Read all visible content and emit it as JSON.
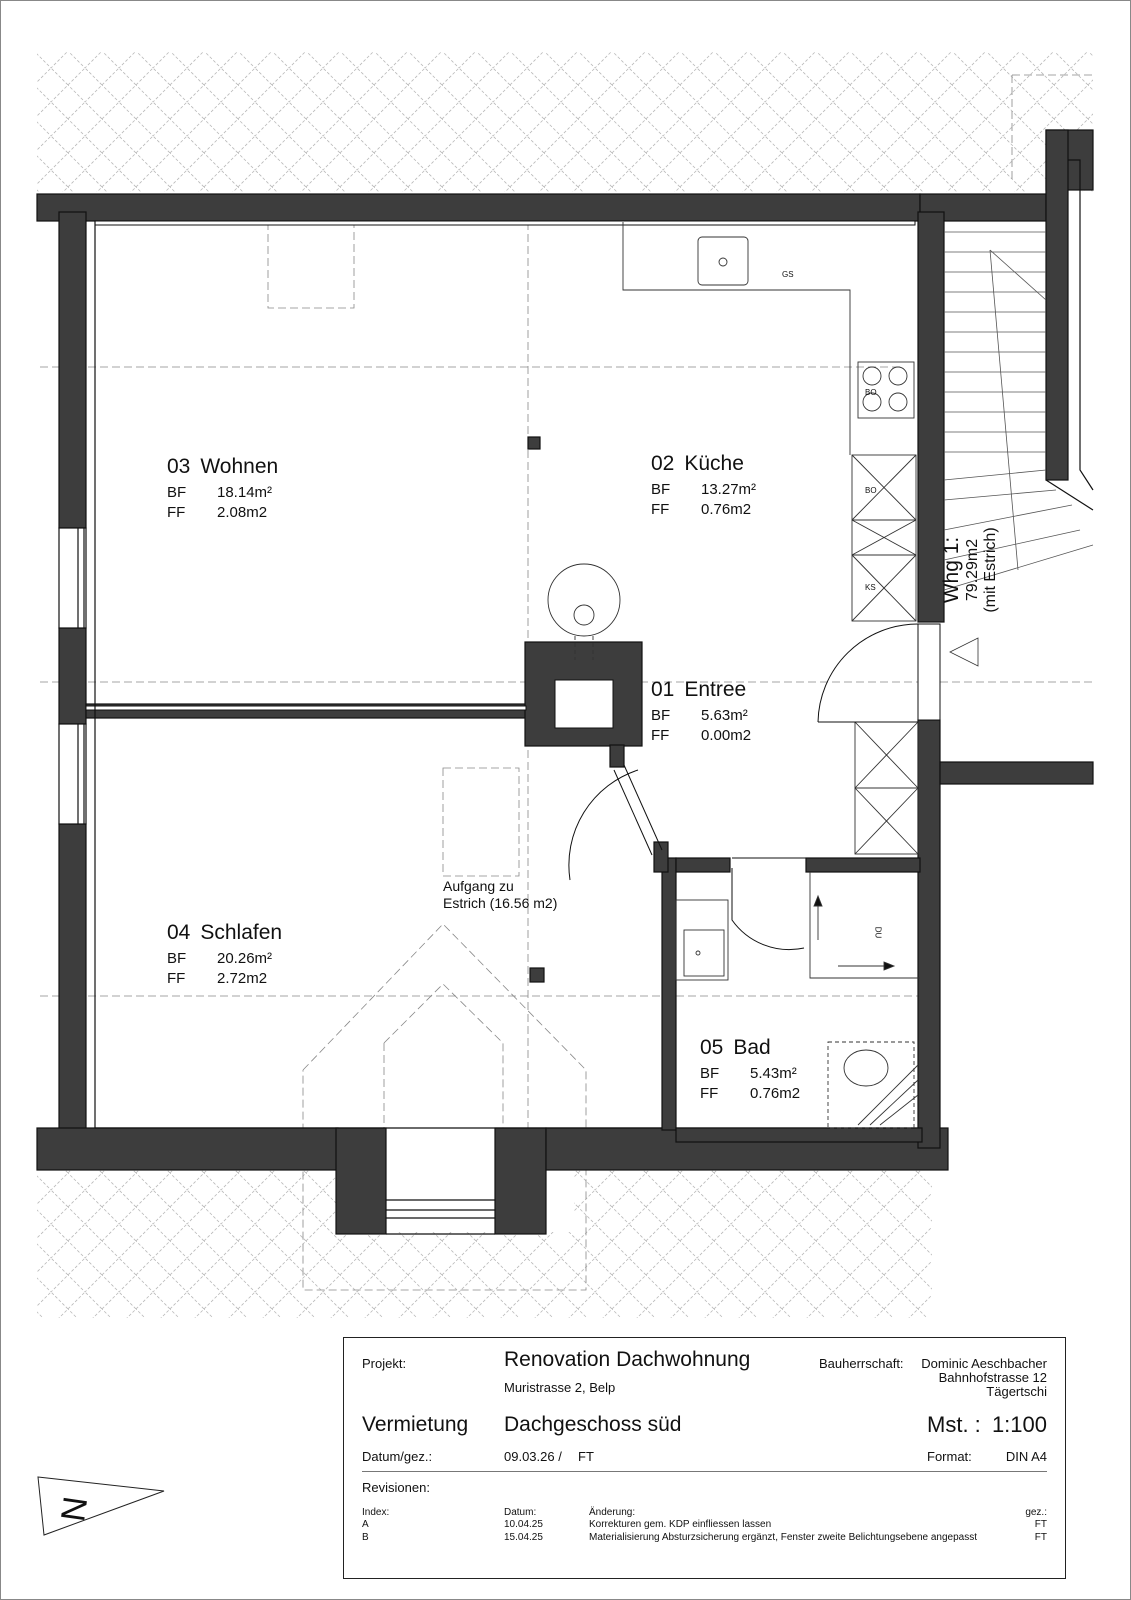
{
  "rooms": {
    "wohnen": {
      "num": "03",
      "name": "Wohnen",
      "bf_label": "BF",
      "bf": "18.14m²",
      "ff_label": "FF",
      "ff": "2.08m2"
    },
    "kueche": {
      "num": "02",
      "name": "Küche",
      "bf_label": "BF",
      "bf": "13.27m²",
      "ff_label": "FF",
      "ff": "0.76m2"
    },
    "entree": {
      "num": "01",
      "name": "Entree",
      "bf_label": "BF",
      "bf": "5.63m²",
      "ff_label": "FF",
      "ff": "0.00m2"
    },
    "schlafen": {
      "num": "04",
      "name": "Schlafen",
      "bf_label": "BF",
      "bf": "20.26m²",
      "ff_label": "FF",
      "ff": "2.72m2"
    },
    "bad": {
      "num": "05",
      "name": "Bad",
      "bf_label": "BF",
      "bf": "5.43m²",
      "ff_label": "FF",
      "ff": "0.76m2"
    }
  },
  "notes": {
    "aufgang_line1": "Aufgang zu",
    "aufgang_line2": "Estrich (16.56 m2)",
    "gs": "GS",
    "bo1": "BO",
    "bo2": "BO",
    "ks": "KS",
    "du": "DU"
  },
  "apartment": {
    "title": "Whg 1:",
    "area": "79.29m2",
    "note": "(mit Estrich)"
  },
  "title_block": {
    "projekt_label": "Projekt:",
    "projekt_title": "Renovation Dachwohnung",
    "projekt_address": "Muristrasse 2, Belp",
    "bauherrschaft_label": "Bauherrschaft:",
    "owner_name": "Dominic Aeschbacher",
    "owner_street": "Bahnhofstrasse 12",
    "owner_city": "Tägertschi",
    "purpose": "Vermietung",
    "plan_title": "Dachgeschoss süd",
    "scale_label": "Mst. :",
    "scale_value": "1:100",
    "datum_label": "Datum/gez.:",
    "datum_value": "09.03.26 /",
    "drawn_by": "FT",
    "format_label": "Format:",
    "format_value": "DIN A4",
    "revisionen_label": "Revisionen:",
    "revision_headers": {
      "index": "Index:",
      "datum": "Datum:",
      "aenderung": "Änderung:",
      "gez": "gez.:"
    },
    "revisions": [
      {
        "index": "A",
        "datum": "10.04.25",
        "aenderung": "Korrekturen gem. KDP einfliessen lassen",
        "gez": "FT"
      },
      {
        "index": "B",
        "datum": "15.04.25",
        "aenderung": "Materialisierung Absturzsicherung ergänzt, Fenster zweite Belichtungsebene angepasst",
        "gez": "FT"
      }
    ]
  },
  "north_arrow": {
    "label": "N"
  }
}
